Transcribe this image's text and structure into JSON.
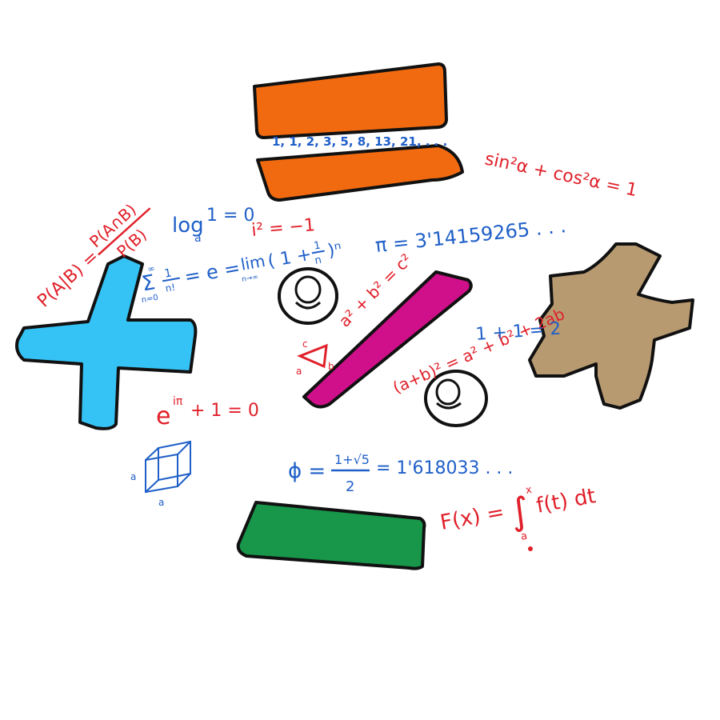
{
  "colors": {
    "equals_symbol": "#f26a10",
    "plus_symbol": "#35c3f5",
    "percent_slash": "#d0108a",
    "times_symbol": "#b89a70",
    "minus_symbol": "#18964a",
    "ink_red": "#e0202a",
    "ink_blue": "#1f5fc8",
    "outline": "#111111"
  },
  "symbols": [
    "equals",
    "plus",
    "percent",
    "times",
    "minus"
  ],
  "formulas": {
    "fibonacci": "1, 1, 2, 3, 5, 8, 13, 21, . . .",
    "trig_identity": "sin²α + cos²α = 1",
    "log_identity": "logₐ1 = 0",
    "imaginary_unit": "i² = −1",
    "pi_value": "π = 3'14159265 . . .",
    "bayes": "P(A|B) = P(A∩B) / P(B)",
    "euler_e": "Σ 1/n! = e = lim (1 + 1/n)ⁿ",
    "pythagoras": "a² + b² = c²",
    "binomial_square": "(a+b)² = a² + b² + 2ab",
    "one_plus_one": "1 + 1 = 2",
    "euler_identity": "e^iπ + 1 = 0",
    "golden_ratio": "ϕ = (1+√5)/2 = 1'618033 . . .",
    "integral": "F(x) = ∫ₐˣ f(t) dt"
  },
  "parts": {
    "fibonacci": "1, 1, 2, 3, 5, 8, 13, 21, . . .",
    "trig": "sin²α + cos²α = 1",
    "log": "log",
    "log_base": "a",
    "log_rest": "1 = 0",
    "i_sq": "i² = −1",
    "pi": "π = 3'14159265 . . .",
    "bayes_lhs": "P(A|B) =",
    "bayes_num": "P(A∩B)",
    "bayes_den": "P(B)",
    "sigma": "Σ",
    "sigma_top": "∞",
    "sigma_bottom": "n=0",
    "frac_one": "1",
    "frac_nfact": "n!",
    "e_eq": "= e =",
    "lim": "lim",
    "lim_sub": "n→∞",
    "lim_paren": "( 1 +",
    "lim_1": "1",
    "lim_n": "n",
    "lim_close": ")ⁿ",
    "pythagoras": "a² + b² = c²",
    "binomial": "(a+b)² = a² + b² + 2ab",
    "one_plus_one": "1 + 1 = 2",
    "euler_e": "e",
    "euler_exp": "iπ",
    "euler_rest": "+ 1 = 0",
    "phi_lhs": "ϕ =",
    "phi_num": "1+√5",
    "phi_den": "2",
    "phi_rest": "= 1'618033 . . .",
    "integral_lhs": "F(x) =",
    "integral_sign": "∫",
    "integral_upper": "x",
    "integral_lower": "a",
    "integral_body": "f(t) dt",
    "tri_c": "c",
    "tri_a": "a",
    "tri_b": "b",
    "cube_a1": "a",
    "cube_a2": "a"
  }
}
